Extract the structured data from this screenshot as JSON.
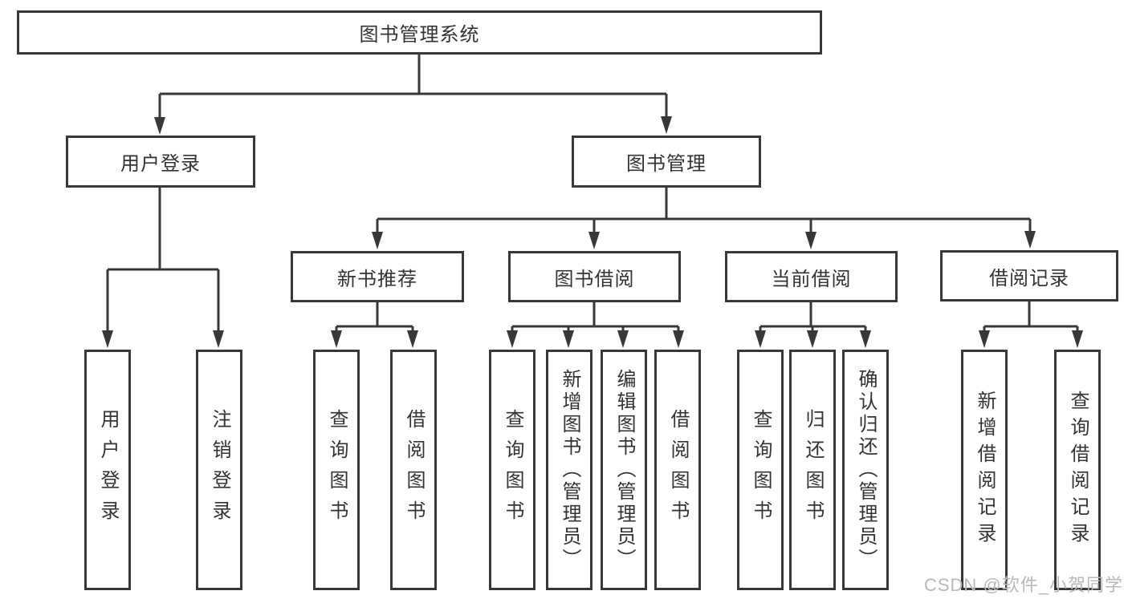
{
  "diagram": {
    "type": "hierarchy-tree",
    "root": {
      "label": "图书管理系统",
      "children": [
        {
          "label": "用户登录",
          "children": [
            {
              "label": "用户登录"
            },
            {
              "label": "注销登录"
            }
          ]
        },
        {
          "label": "图书管理",
          "children": [
            {
              "label": "新书推荐",
              "children": [
                {
                  "label": "查询图书"
                },
                {
                  "label": "借阅图书"
                }
              ]
            },
            {
              "label": "图书借阅",
              "children": [
                {
                  "label": "查询图书"
                },
                {
                  "label": "新增图书（管理员）"
                },
                {
                  "label": "编辑图书（管理员）"
                },
                {
                  "label": "借阅图书"
                }
              ]
            },
            {
              "label": "当前借阅",
              "children": [
                {
                  "label": "查询图书"
                },
                {
                  "label": "归还图书"
                },
                {
                  "label": "确认归还（管理员）"
                }
              ]
            },
            {
              "label": "借阅记录",
              "children": [
                {
                  "label": "新增借阅记录"
                },
                {
                  "label": "查询借阅记录"
                }
              ]
            }
          ]
        }
      ]
    },
    "colors": {
      "line": "#383838",
      "box_border": "#383838",
      "text": "#333333",
      "background": "#ffffff",
      "watermark": "#b9b9bd"
    }
  },
  "watermark": {
    "text": "CSDN @软件_小贺同学"
  }
}
